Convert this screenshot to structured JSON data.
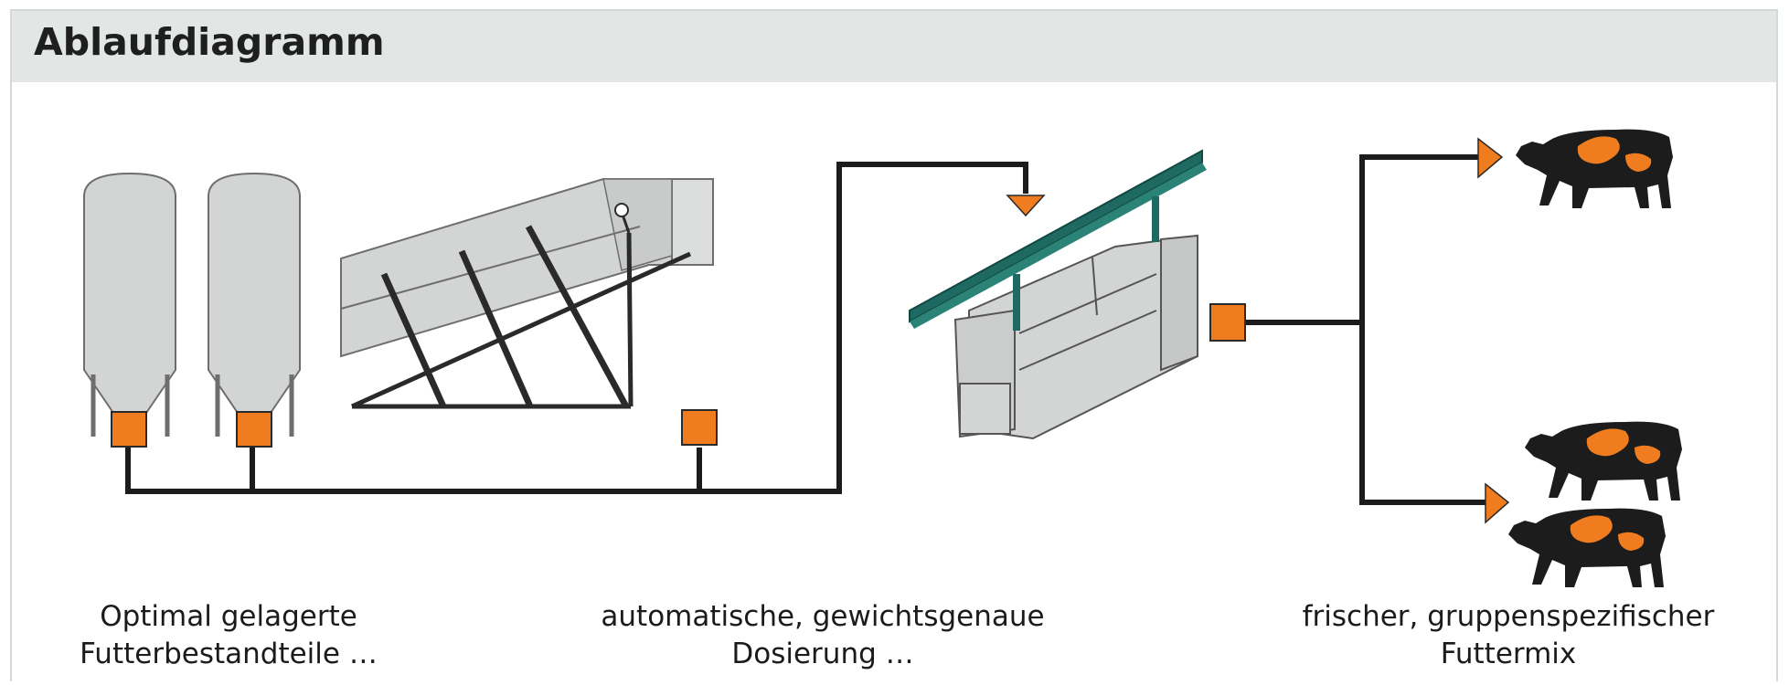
{
  "title": "Ablaufdiagramm",
  "captions": {
    "storage": [
      "Optimal gelagerte",
      "Futterbestandteile …"
    ],
    "dosing": [
      "automatische, gewichtsgenaue",
      "Dosierung …"
    ],
    "result": [
      "frischer, gruppenspezifischer",
      "Futtermix"
    ]
  },
  "colors": {
    "accent_orange": "#ef7d1f",
    "machine_grey": "#d3d5d4",
    "outline": "#2a2a2a",
    "rail_green": "#1e6a62",
    "header_bg": "#e2e6e4"
  },
  "icons": [
    "feed-silo-icon",
    "feed-bunker-icon",
    "mixer-wagon-icon",
    "cow-icon"
  ]
}
